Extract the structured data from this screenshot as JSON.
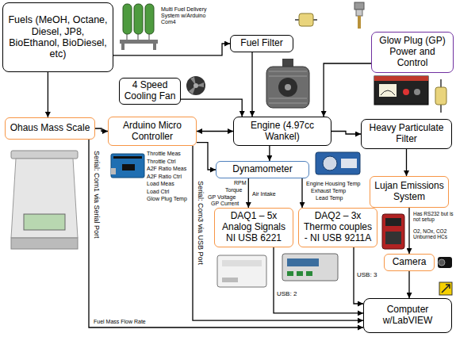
{
  "diagram": {
    "nodes": [
      {
        "text": [
          "Fuels (MeOH, Octane, Diesel, JP8, BioEthanol, BioDiesel, etc)"
        ]
      },
      {
        "text": [
          "Fuel Filter"
        ]
      },
      {
        "text": [
          "Glow Plug (GP) Power and Control"
        ]
      },
      {
        "text": [
          "4 Speed Cooling Fan"
        ]
      },
      {
        "text": [
          "Ohaus Mass Scale"
        ]
      },
      {
        "text": [
          "Arduino Micro Controller"
        ]
      },
      {
        "text": [
          "Engine (4.97cc Wankel)"
        ]
      },
      {
        "text": [
          "Heavy Particulate Filter"
        ]
      },
      {
        "text": [
          "Dynamometer"
        ]
      },
      {
        "text": [
          "Lujan Emissions System"
        ]
      },
      {
        "text": [
          "DAQ1 – 5x Analog Signals NI USB 6221"
        ]
      },
      {
        "text": [
          "DAQ2 – 3x Thermo couples - NI USB 9211A"
        ]
      },
      {
        "text": [
          "Camera"
        ]
      },
      {
        "text": [
          "Computer w/LabVIEW"
        ]
      }
    ],
    "edges": [
      {
        "from": 0,
        "to": 1,
        "arrow": "to"
      },
      {
        "from": 0,
        "to": 4,
        "arrow": "to"
      },
      {
        "from": 1,
        "to": 6,
        "arrow": "to"
      },
      {
        "from": 2,
        "to": 6,
        "arrow": "to"
      },
      {
        "from": 3,
        "to": 6,
        "arrow": "to"
      },
      {
        "from": 4,
        "to": 5,
        "arrow": "to"
      },
      {
        "from": 5,
        "to": 6,
        "arrow": "both"
      },
      {
        "from": 5,
        "to": 8,
        "arrow": "to"
      },
      {
        "from": 6,
        "to": 7,
        "arrow": "to"
      },
      {
        "from": 6,
        "to": 8,
        "arrow": "to"
      },
      {
        "from": 7,
        "to": 9,
        "arrow": "to"
      },
      {
        "from": 9,
        "to": 12,
        "arrow": "to"
      },
      {
        "from": 12,
        "to": 13,
        "arrow": "to"
      },
      {
        "from": 8,
        "to": 10,
        "arrow": "to"
      },
      {
        "from": 8,
        "to": 11,
        "arrow": "to"
      },
      {
        "from": 10,
        "to": 13,
        "label": "USB: 2",
        "arrow": "to"
      },
      {
        "from": 11,
        "to": 13,
        "label": "USB: 3",
        "arrow": "to"
      },
      {
        "from": 5,
        "to": 13,
        "label": "Serial: Com3 via USB Port",
        "arrow": "to"
      },
      {
        "from": 4,
        "to": 13,
        "label": "Serial: Com1 via Serial Port",
        "arrow": "to"
      }
    ],
    "labels": [
      "Multi Fuel Delivery System w/Arduino Com4",
      "Throttle Meas",
      "Throttle Ctrl",
      "A2F Ratio Meas",
      "A2F Ratio Ctrl",
      "Load Meas",
      "Load Ctrl",
      "Glow Plug Temp",
      "RPM",
      "Torque",
      "GP Voltage",
      "GP Current",
      "Air Intake",
      "Engine Housing Temp",
      "Exhaust Temp",
      "Lead Temp",
      "Has RS232 but is not setup",
      "O2, NOx, CO2 Unburned HCs",
      "Fuel Mass Flow Rate"
    ]
  }
}
